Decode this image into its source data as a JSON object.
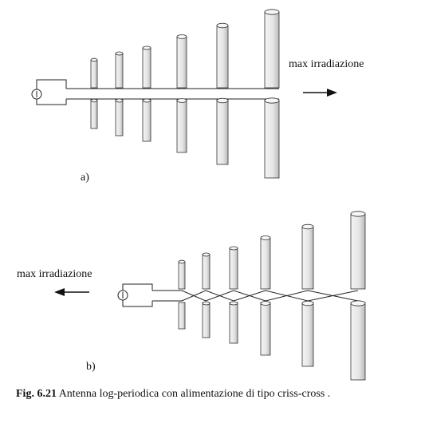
{
  "diagram_a": {
    "direction_label": "max irradiazione",
    "panel_label": "a)"
  },
  "diagram_b": {
    "direction_label": "max irradiazione",
    "panel_label": "b)"
  },
  "caption": {
    "fig_number": "Fig. 6.21",
    "text": "Antenna log-periodica con alimentazione di tipo criss-cross ."
  }
}
